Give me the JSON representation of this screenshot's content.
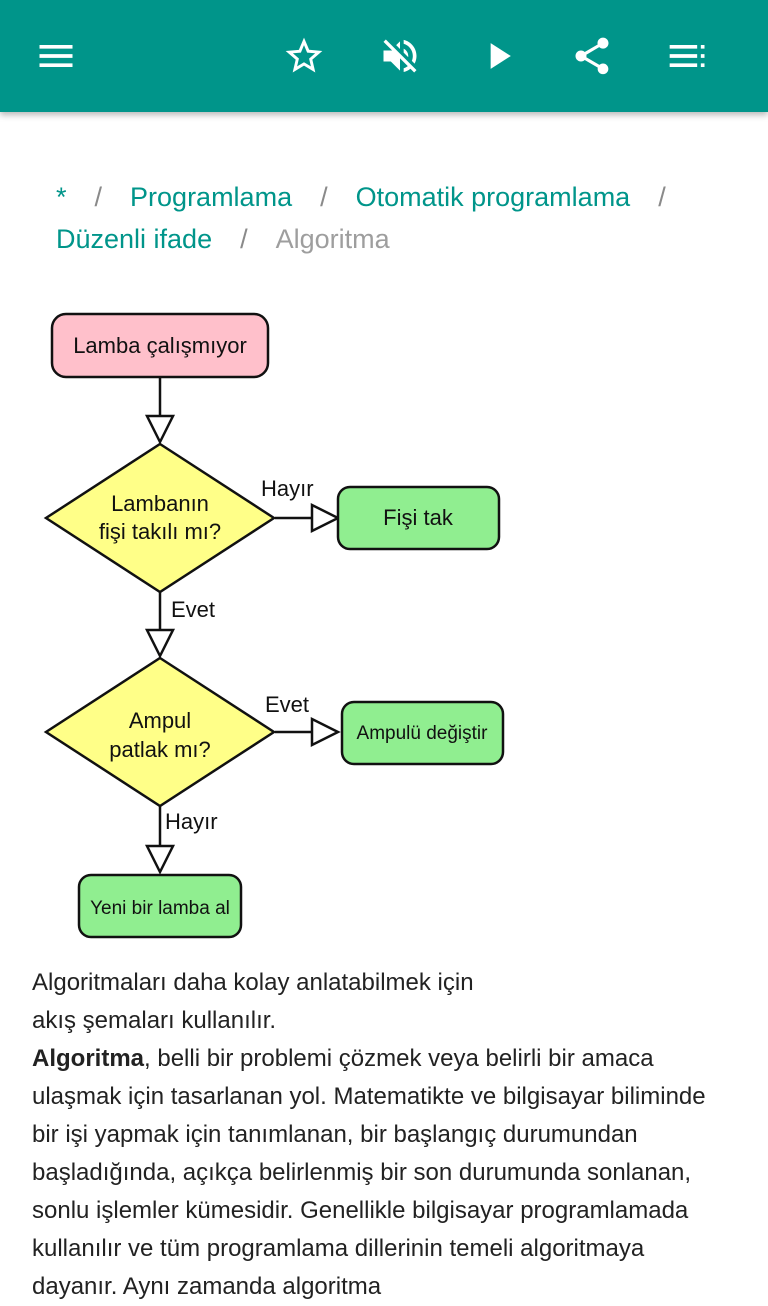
{
  "toolbar": {
    "icons": [
      "menu-icon",
      "star-icon",
      "volume-off-icon",
      "play-icon",
      "share-icon",
      "list-icon"
    ],
    "background": "#00958a"
  },
  "breadcrumb": {
    "items": [
      "*",
      "Programlama",
      "Otomatik programlama",
      "Düzenli ifade"
    ],
    "separator": "/",
    "current": "Algoritma"
  },
  "flowchart": {
    "start": "Lamba çalışmıyor",
    "decision1": [
      "Lambanın",
      "fişi takılı mı?"
    ],
    "decision1_no_label": "Hayır",
    "action1": "Fişi tak",
    "decision1_yes_label": "Evet",
    "decision2": [
      "Ampul",
      "patlak mı?"
    ],
    "decision2_yes_label": "Evet",
    "action2": "Ampulü değiştir",
    "decision2_no_label": "Hayır",
    "end": "Yeni bir lamba al",
    "colors": {
      "start": "#ffc0cb",
      "decision": "#ffff88",
      "action": "#90ee90"
    }
  },
  "article": {
    "caption_line1": "Algoritmaları daha kolay anlatabilmek için",
    "caption_line2": "akış şemaları kullanılır.",
    "term": "Algoritma",
    "definition": ", belli bir problemi çözmek veya belirli bir amaca ulaşmak için tasarlanan yol. Matematikte ve bilgisayar biliminde bir işi yapmak için tanımlanan, bir başlangıç durumundan başladığında, açıkça belirlenmiş bir son durumunda sonlanan, sonlu işlemler kümesidir. Genellikle bilgisayar programlamada kullanılır ve tüm programlama dillerinin temeli algoritmaya dayanır. Aynı zamanda algoritma"
  }
}
